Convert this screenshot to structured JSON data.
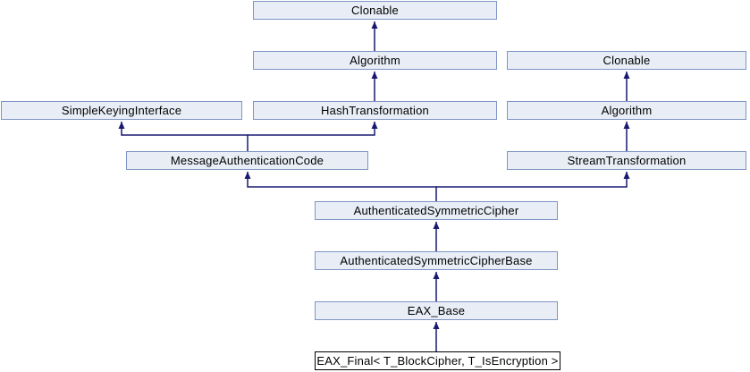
{
  "diagram": {
    "type": "class-inheritance-graph",
    "colors": {
      "node_fill": "#e8edf6",
      "node_border": "#7e95c4",
      "main_node_fill": "#ffffff",
      "main_node_border": "#000000",
      "edge": "#191970",
      "text": "#000000",
      "background": "#ffffff"
    },
    "nodes": [
      {
        "id": "clonable_top",
        "label": "Clonable"
      },
      {
        "id": "algorithm_left",
        "label": "Algorithm"
      },
      {
        "id": "clonable_right",
        "label": "Clonable"
      },
      {
        "id": "simple_keying_interface",
        "label": "SimpleKeyingInterface"
      },
      {
        "id": "hash_transformation",
        "label": "HashTransformation"
      },
      {
        "id": "algorithm_right",
        "label": "Algorithm"
      },
      {
        "id": "message_authentication_code",
        "label": "MessageAuthenticationCode"
      },
      {
        "id": "stream_transformation",
        "label": "StreamTransformation"
      },
      {
        "id": "authenticated_symmetric_cipher",
        "label": "AuthenticatedSymmetricCipher"
      },
      {
        "id": "authenticated_symmetric_cipher_base",
        "label": "AuthenticatedSymmetricCipherBase"
      },
      {
        "id": "eax_base",
        "label": "EAX_Base"
      },
      {
        "id": "eax_final",
        "label": "EAX_Final< T_BlockCipher, T_IsEncryption >",
        "is_main": true
      }
    ],
    "edges": [
      {
        "from": "algorithm_left",
        "to": "clonable_top"
      },
      {
        "from": "hash_transformation",
        "to": "algorithm_left"
      },
      {
        "from": "algorithm_right",
        "to": "clonable_right"
      },
      {
        "from": "stream_transformation",
        "to": "algorithm_right"
      },
      {
        "from": "message_authentication_code",
        "to": "simple_keying_interface"
      },
      {
        "from": "message_authentication_code",
        "to": "hash_transformation"
      },
      {
        "from": "authenticated_symmetric_cipher",
        "to": "message_authentication_code"
      },
      {
        "from": "authenticated_symmetric_cipher",
        "to": "stream_transformation"
      },
      {
        "from": "authenticated_symmetric_cipher_base",
        "to": "authenticated_symmetric_cipher"
      },
      {
        "from": "eax_base",
        "to": "authenticated_symmetric_cipher_base"
      },
      {
        "from": "eax_final",
        "to": "eax_base"
      }
    ]
  }
}
